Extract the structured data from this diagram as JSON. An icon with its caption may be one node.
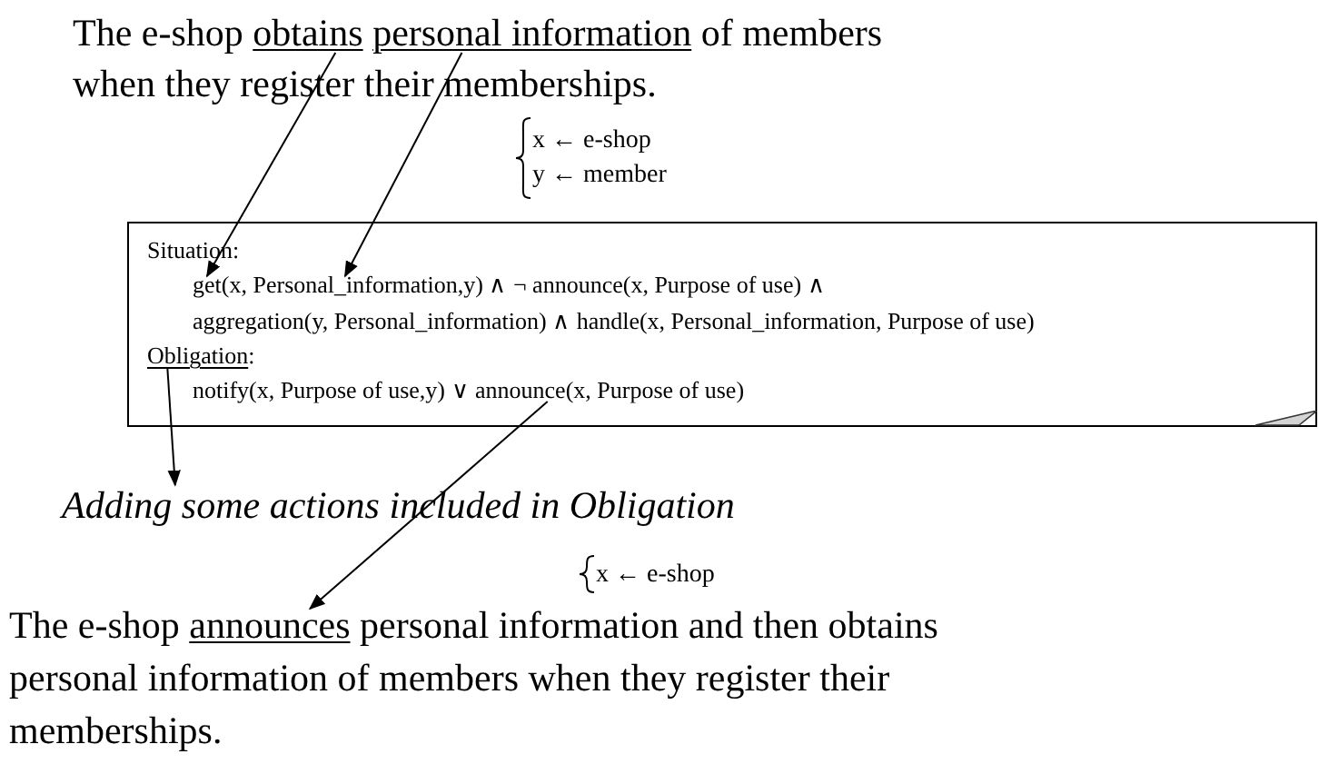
{
  "diagram": {
    "nodes": [
      {
        "text": [
          "The e-shop obtains personal information of members when they register their memberships."
        ]
      },
      {
        "text": [
          "Situation:",
          "get(x, Personal_information,y) ∧ ¬ announce(x, Purpose of use) ∧ aggregation(y, Personal_information) ∧ handle(x, Personal_information, Purpose of use)",
          "Obligation:",
          "notify(x, Purpose of use,y) ∨ announce(x, Purpose of use)"
        ]
      },
      {
        "text": [
          "Adding some actions included in Obligation"
        ]
      },
      {
        "text": [
          "The e-shop announces personal information and then obtains personal information of members when they register their memberships."
        ]
      }
    ],
    "edges": [
      {
        "from": 0,
        "to": 1,
        "arrow": "to"
      },
      {
        "from": 0,
        "to": 1,
        "arrow": "to"
      },
      {
        "from": 1,
        "to": 2,
        "arrow": "to"
      },
      {
        "from": 1,
        "to": 3,
        "arrow": "to"
      }
    ],
    "labels": [
      "x ← e-shop",
      "y ← member",
      "x ← e-shop"
    ]
  }
}
